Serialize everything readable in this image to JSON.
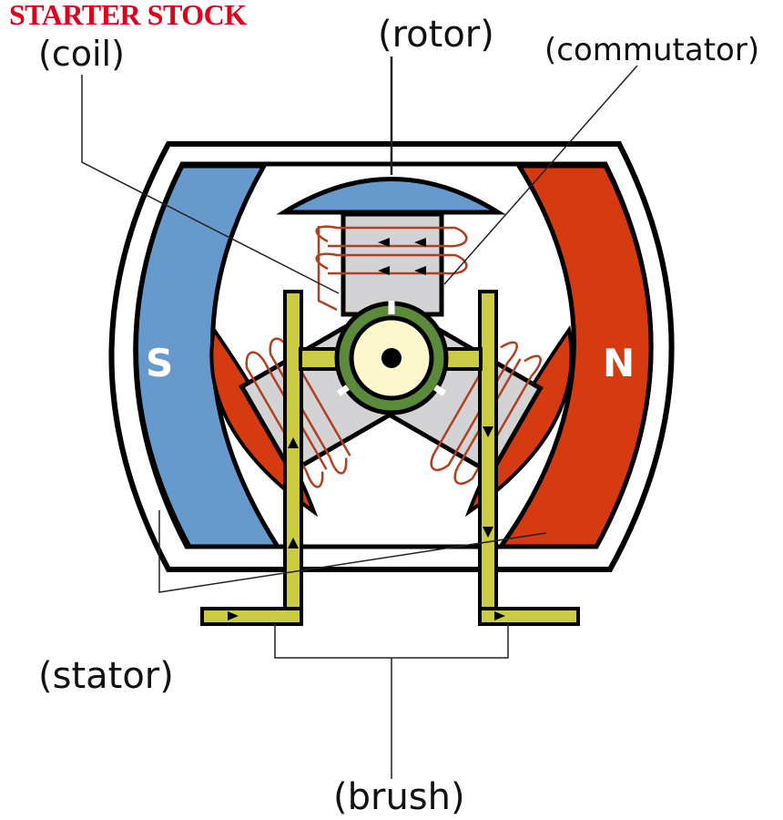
{
  "watermark": "STARTER STOCK",
  "labels": {
    "coil": "(coil)",
    "rotor": "(rotor)",
    "commutator": "(commutator)",
    "stator": "(stator)",
    "brush": "(brush)"
  },
  "magnets": {
    "south": "S",
    "north": "N"
  },
  "colors": {
    "south_pole": "#6699cc",
    "north_pole": "#d63a10",
    "brush": "#cccc44",
    "commutator": "#5a8a3a",
    "core": "#d3d3d5",
    "shaft": "#fdf8cc",
    "winding": "#b04020"
  }
}
